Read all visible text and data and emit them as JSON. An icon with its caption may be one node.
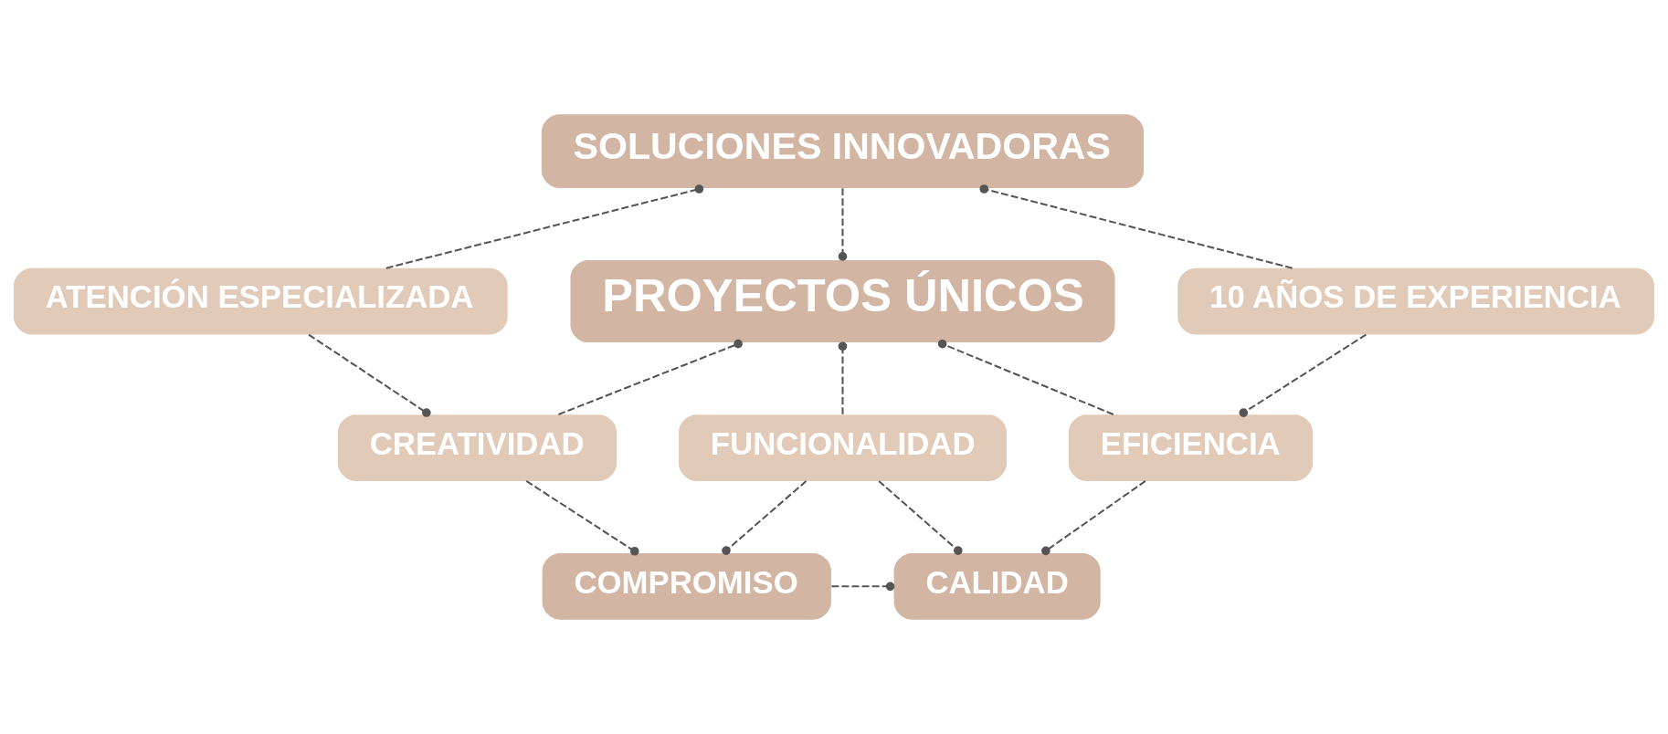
{
  "diagram": {
    "nodes": [
      {
        "text": [
          "SOLUCIONES INNOVADORAS"
        ]
      },
      {
        "text": [
          "ATENCIÓN ESPECIALIZADA"
        ]
      },
      {
        "text": [
          "PROYECTOS ÚNICOS"
        ]
      },
      {
        "text": [
          "10 AÑOS DE EXPERIENCIA"
        ]
      },
      {
        "text": [
          "CREATIVIDAD"
        ]
      },
      {
        "text": [
          "FUNCIONALIDAD"
        ]
      },
      {
        "text": [
          "EFICIENCIA"
        ]
      },
      {
        "text": [
          "COMPROMISO"
        ]
      },
      {
        "text": [
          "CALIDAD"
        ]
      }
    ],
    "edges": [
      {
        "from": 1,
        "to": 0,
        "arrow": "other",
        "style": "dashed"
      },
      {
        "from": 0,
        "to": 2,
        "arrow": "other",
        "style": "dashed"
      },
      {
        "from": 3,
        "to": 0,
        "arrow": "other",
        "style": "dashed"
      },
      {
        "from": 4,
        "to": 2,
        "arrow": "other",
        "style": "dashed"
      },
      {
        "from": 5,
        "to": 2,
        "arrow": "other",
        "style": "dashed"
      },
      {
        "from": 6,
        "to": 2,
        "arrow": "other",
        "style": "dashed"
      },
      {
        "from": 1,
        "to": 4,
        "arrow": "other",
        "style": "dashed"
      },
      {
        "from": 3,
        "to": 6,
        "arrow": "other",
        "style": "dashed"
      },
      {
        "from": 4,
        "to": 7,
        "arrow": "other",
        "style": "dashed"
      },
      {
        "from": 5,
        "to": 7,
        "arrow": "other",
        "style": "dashed"
      },
      {
        "from": 5,
        "to": 8,
        "arrow": "other",
        "style": "dashed"
      },
      {
        "from": 7,
        "to": 8,
        "arrow": "other",
        "style": "dashed"
      },
      {
        "from": 6,
        "to": 8,
        "arrow": "other",
        "style": "dashed"
      }
    ]
  }
}
